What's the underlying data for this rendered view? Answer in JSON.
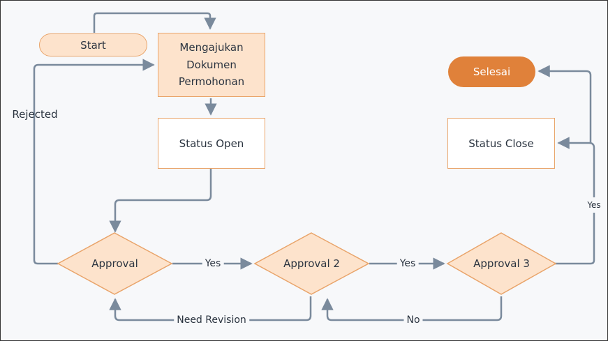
{
  "nodes": {
    "start": "Start",
    "submit_line1": "Mengajukan",
    "submit_line2": "Dokumen",
    "submit_line3": "Permohonan",
    "status_open": "Status Open",
    "approval1": "Approval",
    "approval2": "Approval 2",
    "approval3": "Approval 3",
    "status_close": "Status Close",
    "finish": "Selesai"
  },
  "edges": {
    "rejected": "Rejected",
    "yes1": "Yes",
    "yes2": "Yes",
    "yes3": "Yes",
    "need_revision": "Need Revision",
    "no": "No"
  },
  "colors": {
    "node_fill": "#fde3cc",
    "node_border": "#e9a46a",
    "terminal_fill": "#e0813a",
    "connector": "#7a8a9c"
  }
}
